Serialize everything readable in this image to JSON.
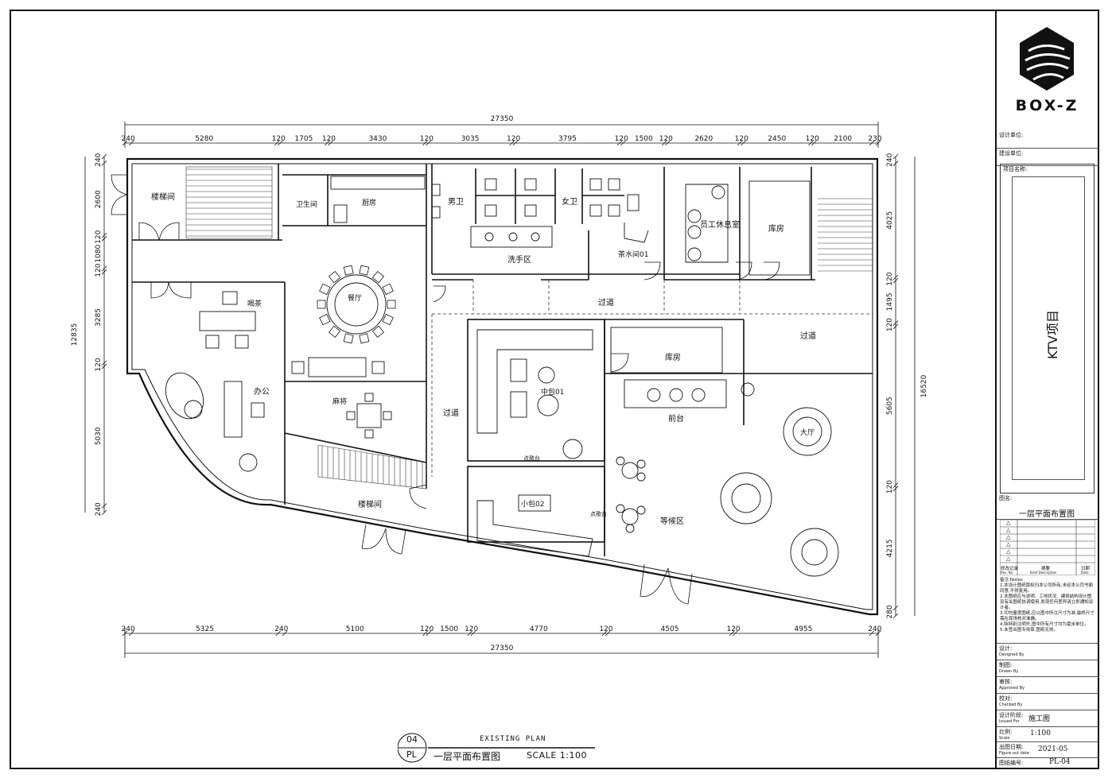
{
  "title_block": {
    "brand": "BOX-Z",
    "design_unit_label": "设计单位:",
    "build_unit_label": "建设单位:",
    "project_name_label": "项目名称:",
    "project_name": "KTV项目",
    "drawing_name_label": "图名:",
    "drawing_name": "一层平面布置图",
    "revision_headers": [
      "修改记录",
      "摘要",
      "日期"
    ],
    "revision_headers_en": [
      "Rev. No.",
      "Brief Description",
      "Date"
    ],
    "revision_mark": "△",
    "notes_title": "备注:Notes",
    "notes": [
      "1.本设计图纸版权归本公司所有,未经本公司书面同意,不得复用。",
      "2.本图纸应与说明、工地状况、建筑结构设计图及有关图纸协调使用,发现任何差异请立即通知设计者。",
      "3.切勿量度图纸,应以图中所注尺寸为准,最终尺寸需在现场核对准确。",
      "4.除特别注明外,图中所有尺寸均为毫米单位。",
      "5.未签出图专用章,图纸无效。"
    ],
    "design_label": "设计:",
    "design_label_en": "Designed By",
    "drawn_label": "制图:",
    "drawn_label_en": "Drawn By",
    "approved_label": "审核:",
    "approved_label_en": "Approved By",
    "checked_label": "校对:",
    "checked_label_en": "Checked By",
    "stage_label": "设计阶段:",
    "stage_label_en": "Issued For",
    "stage": "施工图",
    "scale_label": "比例:",
    "scale_label_en": "Scale",
    "scale": "1:100",
    "date_label": "出图日期:",
    "date_label_en": "Figure out date",
    "date": "2021-05",
    "drawing_no_label": "图纸编号:",
    "drawing_no": "PL-04"
  },
  "caption": {
    "number": "04",
    "code": "PL",
    "subtitle": "EXISTING PLAN",
    "title": "一层平面布置图",
    "scale": "SCALE 1:100"
  },
  "dimensions": {
    "top_total": "27350",
    "bottom_total": "27350",
    "top": [
      "240",
      "5280",
      "120",
      "1705",
      "120",
      "3430",
      "120",
      "3035",
      "120",
      "3795",
      "120",
      "1500",
      "120",
      "2620",
      "120",
      "2450",
      "120",
      "2100",
      "230"
    ],
    "bottom": [
      "240",
      "5325",
      "240",
      "5100",
      "120",
      "1500",
      "120",
      "4770",
      "120",
      "4505",
      "120",
      "4955",
      "240"
    ],
    "left_total": "12835",
    "left": [
      "240",
      "2600",
      "120",
      "1080",
      "120",
      "3285",
      "120",
      "5030",
      "240"
    ],
    "right_total": "16520",
    "right": [
      "240",
      "4025",
      "120",
      "1495",
      "120",
      "5605",
      "120",
      "4215",
      "280"
    ]
  },
  "rooms": {
    "stair1": "楼梯间",
    "wc": "卫生间",
    "kitchen": "厨房",
    "men": "男卫",
    "women": "女卫",
    "wash": "洗手区",
    "tea": "茶水间01",
    "staff": "员工休息室",
    "store1": "库房",
    "corridor1": "过道",
    "corridor2": "过道",
    "corridor3": "过道",
    "teaRoom": "喝茶",
    "dining": "餐厅",
    "office": "办公",
    "mahjong": "麻将",
    "midRoom": "中包01",
    "store2": "库房",
    "reception": "前台",
    "hall": "大厅",
    "sideTable1": "点歌台",
    "smallRoom": "小包02",
    "sideTable2": "点歌台",
    "waiting": "等候区",
    "stair2": "楼梯间"
  }
}
